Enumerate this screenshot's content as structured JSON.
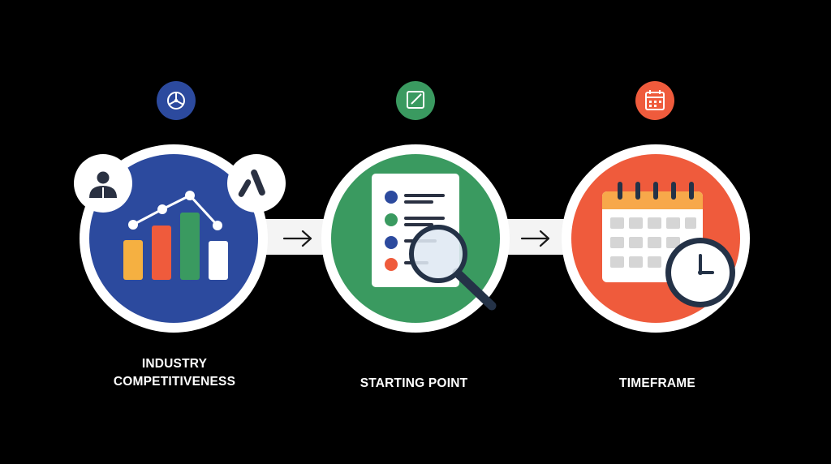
{
  "steps": [
    {
      "label_lines": [
        "INDUSTRY",
        "COMPETITIVENESS"
      ],
      "circle_color": "#2c4a9e",
      "badge_color": "#2c4a9e",
      "badge_icon": "steering-wheel-icon",
      "main_icon": "bar-line-chart-icon"
    },
    {
      "label_lines": [
        "STARTING POINT"
      ],
      "circle_color": "#3a9a60",
      "badge_color": "#3a9a60",
      "badge_icon": "edit-note-icon",
      "main_icon": "document-magnifier-icon"
    },
    {
      "label_lines": [
        "TIMEFRAME"
      ],
      "circle_color": "#ef5b3c",
      "badge_color": "#ef5b3c",
      "badge_icon": "calendar-icon",
      "main_icon": "calendar-clock-icon"
    }
  ],
  "colors": {
    "background": "#000000",
    "connector": "#f4f4f4",
    "blue": "#2c4a9e",
    "green": "#3a9a60",
    "orange": "#ef5b3c",
    "yellow": "#f5b041",
    "amber": "#f7a84a"
  },
  "connector_icon": "arrow-right-icon"
}
